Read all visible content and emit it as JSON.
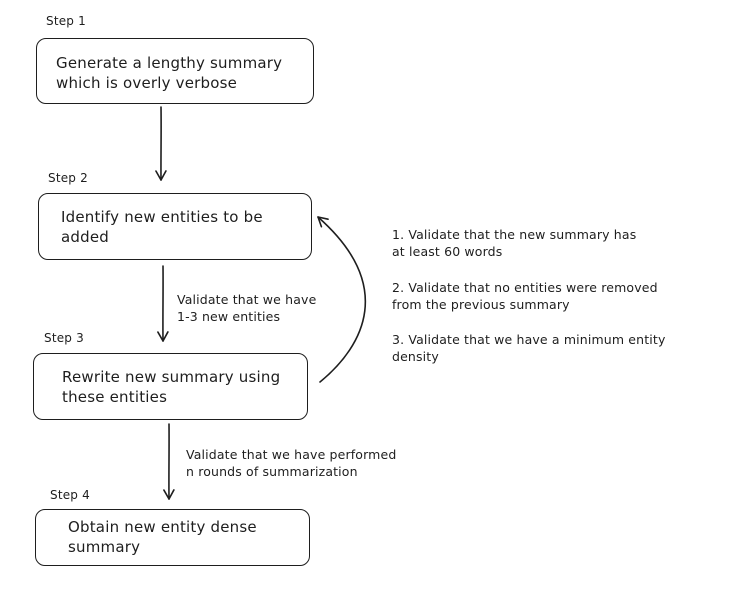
{
  "steps": [
    {
      "label": "Step 1",
      "lines": [
        "Generate a lengthy summary",
        "which is overly verbose"
      ]
    },
    {
      "label": "Step 2",
      "lines": [
        "Identify new entities to be",
        "added"
      ]
    },
    {
      "label": "Step 3",
      "lines": [
        "Rewrite new summary using",
        "these entities"
      ]
    },
    {
      "label": "Step 4",
      "lines": [
        "Obtain new entity dense",
        "summary"
      ]
    }
  ],
  "edges": [
    {
      "from": "Step 1",
      "to": "Step 2",
      "lines": []
    },
    {
      "from": "Step 2",
      "to": "Step 3",
      "lines": [
        "Validate that we have",
        "1-3 new entities"
      ]
    },
    {
      "from": "Step 3",
      "to": "Step 4",
      "lines": [
        "Validate that we have performed",
        "n rounds of summarization"
      ]
    },
    {
      "from": "Step 3",
      "to": "Step 2",
      "lines": []
    }
  ],
  "validations": [
    {
      "lines": [
        "1. Validate that the new summary has",
        "at least 60 words"
      ]
    },
    {
      "lines": [
        "2. Validate that no entities were removed",
        "from the previous summary"
      ]
    },
    {
      "lines": [
        "3. Validate that we have a minimum entity",
        "density"
      ]
    }
  ],
  "colors": {
    "stroke": "#1e1e1e",
    "background": "#ffffff"
  }
}
